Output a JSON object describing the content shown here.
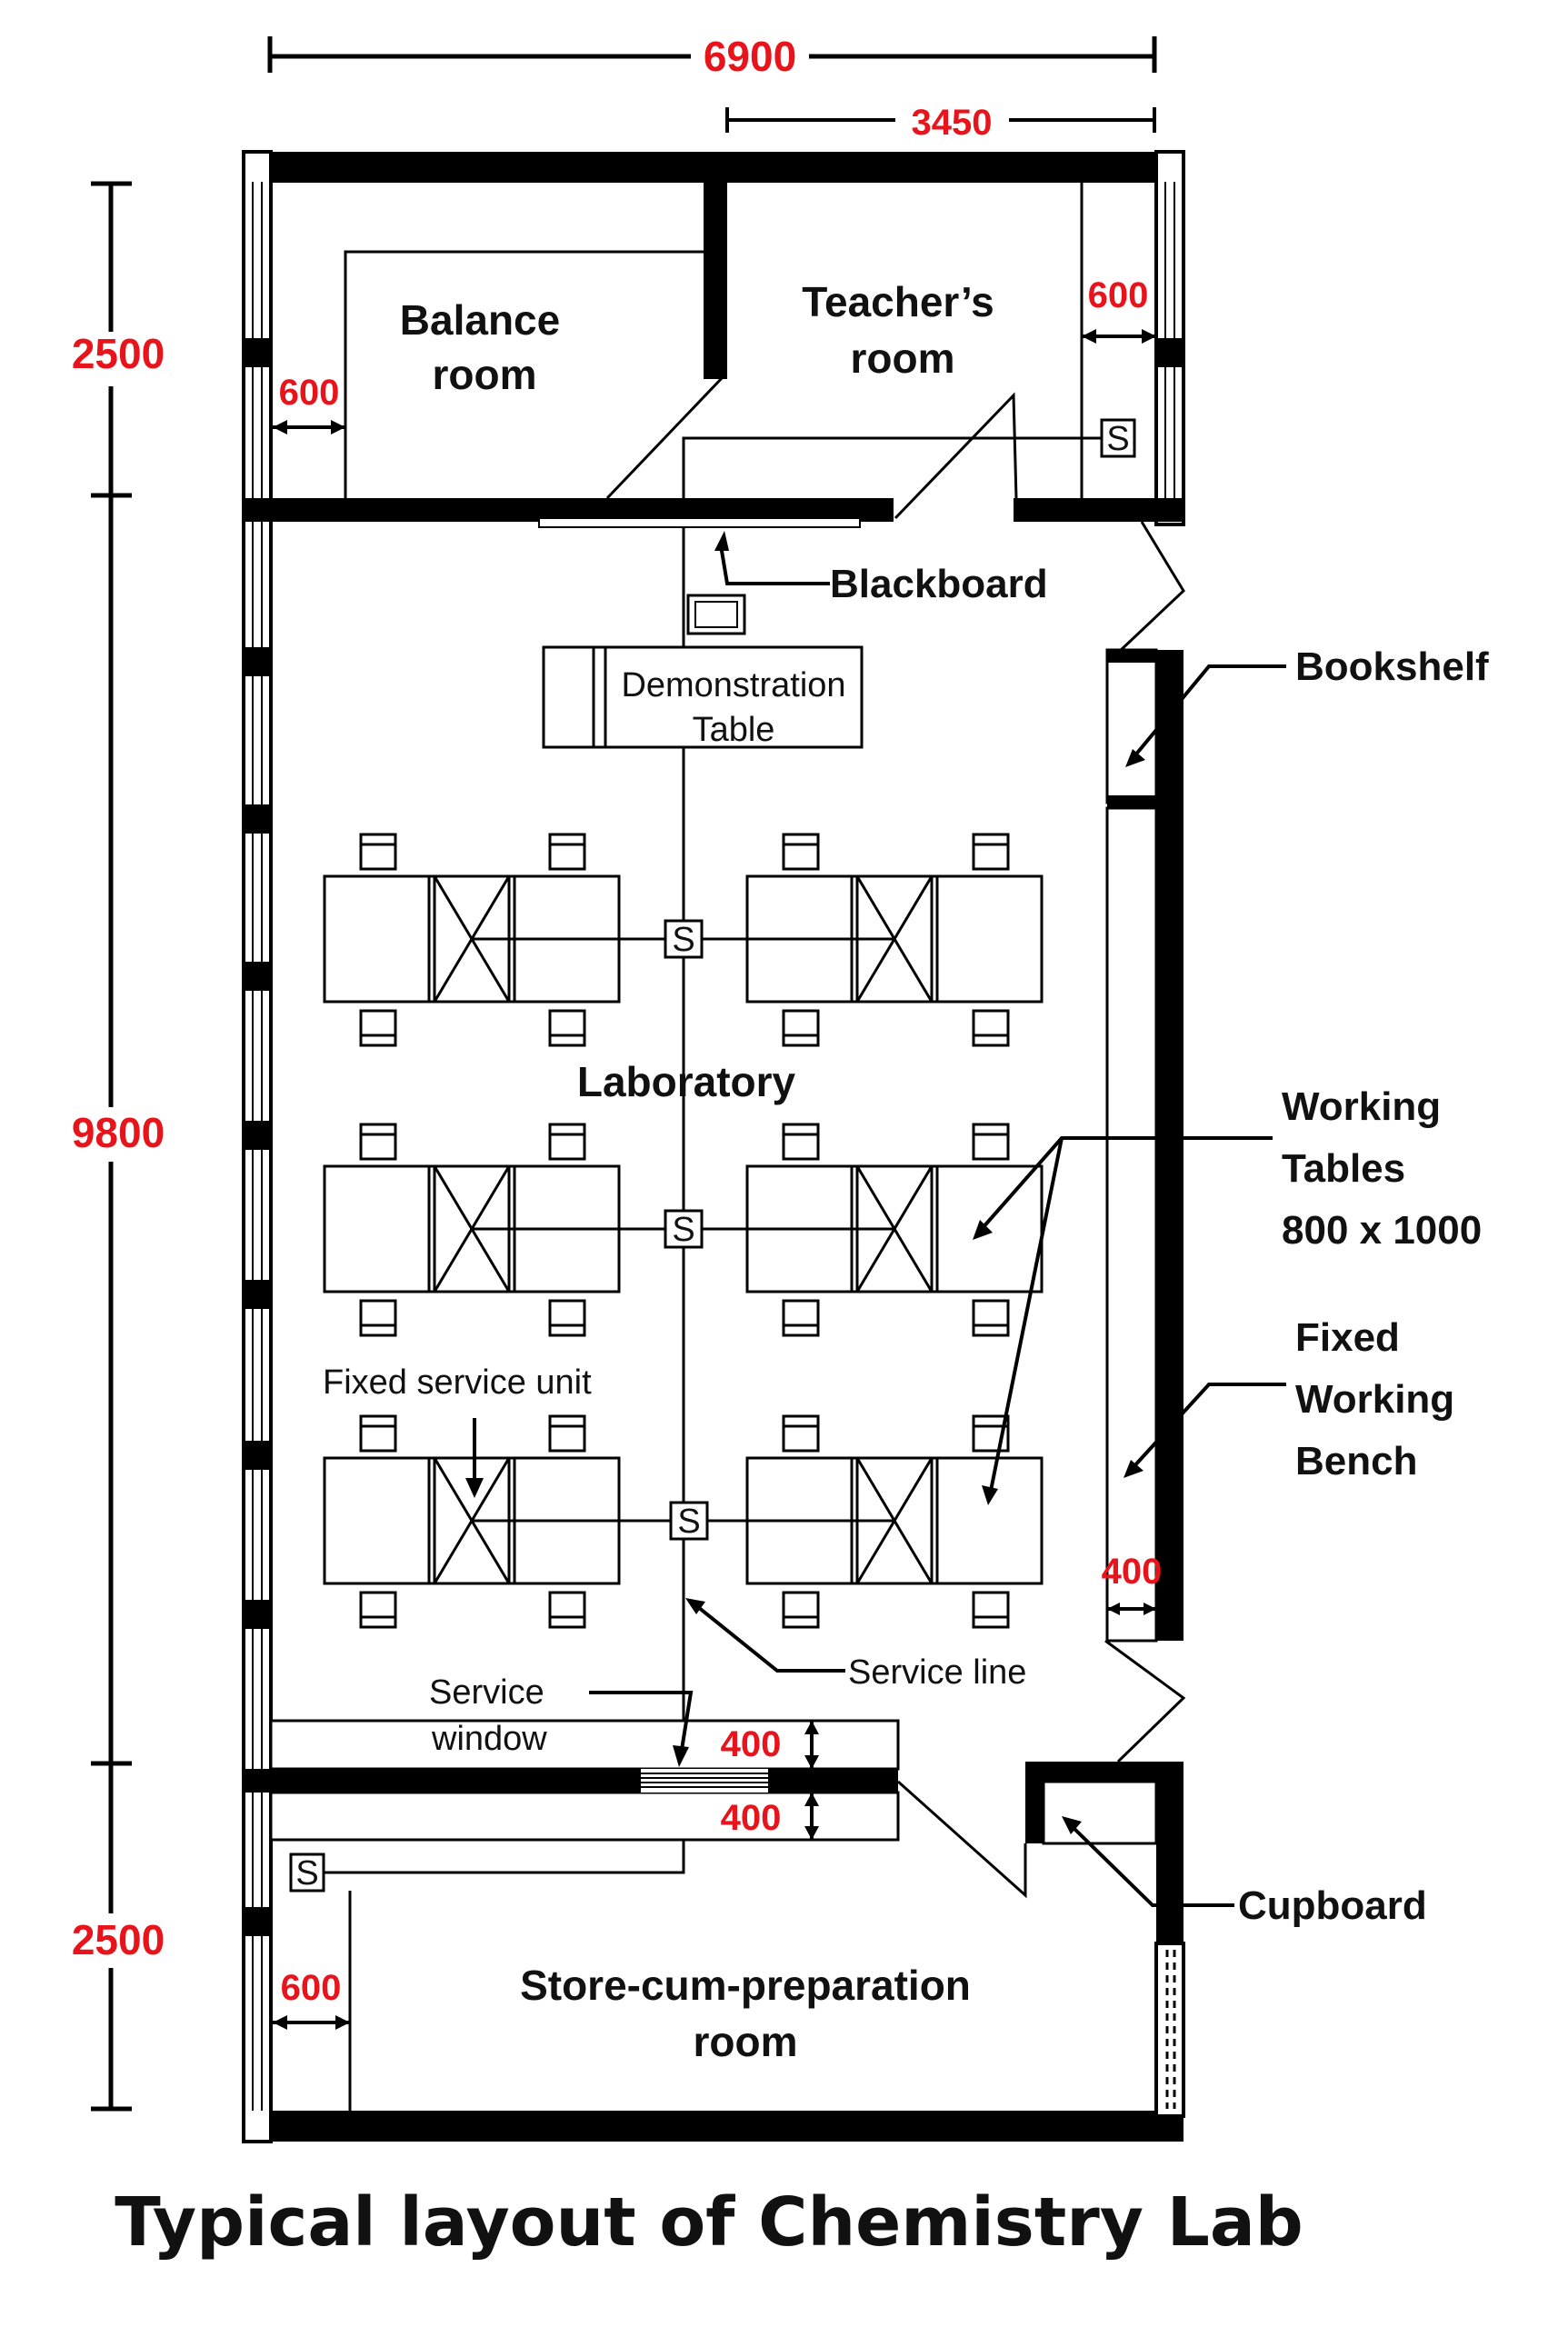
{
  "title": "Typical layout of Chemistry Lab",
  "dimensions": {
    "total_width": "6900",
    "half_width": "3450",
    "top_height": "2500",
    "lab_height": "9800",
    "bottom_height": "2500",
    "balance_window_offset": "600",
    "teacher_window_offset": "600",
    "store_window_offset": "600",
    "bench_depth": "400",
    "service_window_top": "400",
    "service_window_bottom": "400"
  },
  "rooms": {
    "balance_room": [
      "Balance",
      "room"
    ],
    "teachers_room": [
      "Teacher’s",
      "room"
    ],
    "laboratory": "Laboratory",
    "store_room": [
      "Store-cum-preparation",
      "room"
    ]
  },
  "labels": {
    "blackboard": "Blackboard",
    "demonstration_table": [
      "Demonstration",
      "Table"
    ],
    "bookshelf": "Bookshelf",
    "working_tables": [
      "Working",
      "Tables",
      "800 x 1000"
    ],
    "fixed_working_bench": [
      "Fixed",
      "Working",
      "Bench"
    ],
    "fixed_service_unit": "Fixed service unit",
    "service_line": "Service line",
    "service_window": [
      "Service",
      "window"
    ],
    "cupboard": "Cupboard",
    "service_symbol": "S"
  }
}
